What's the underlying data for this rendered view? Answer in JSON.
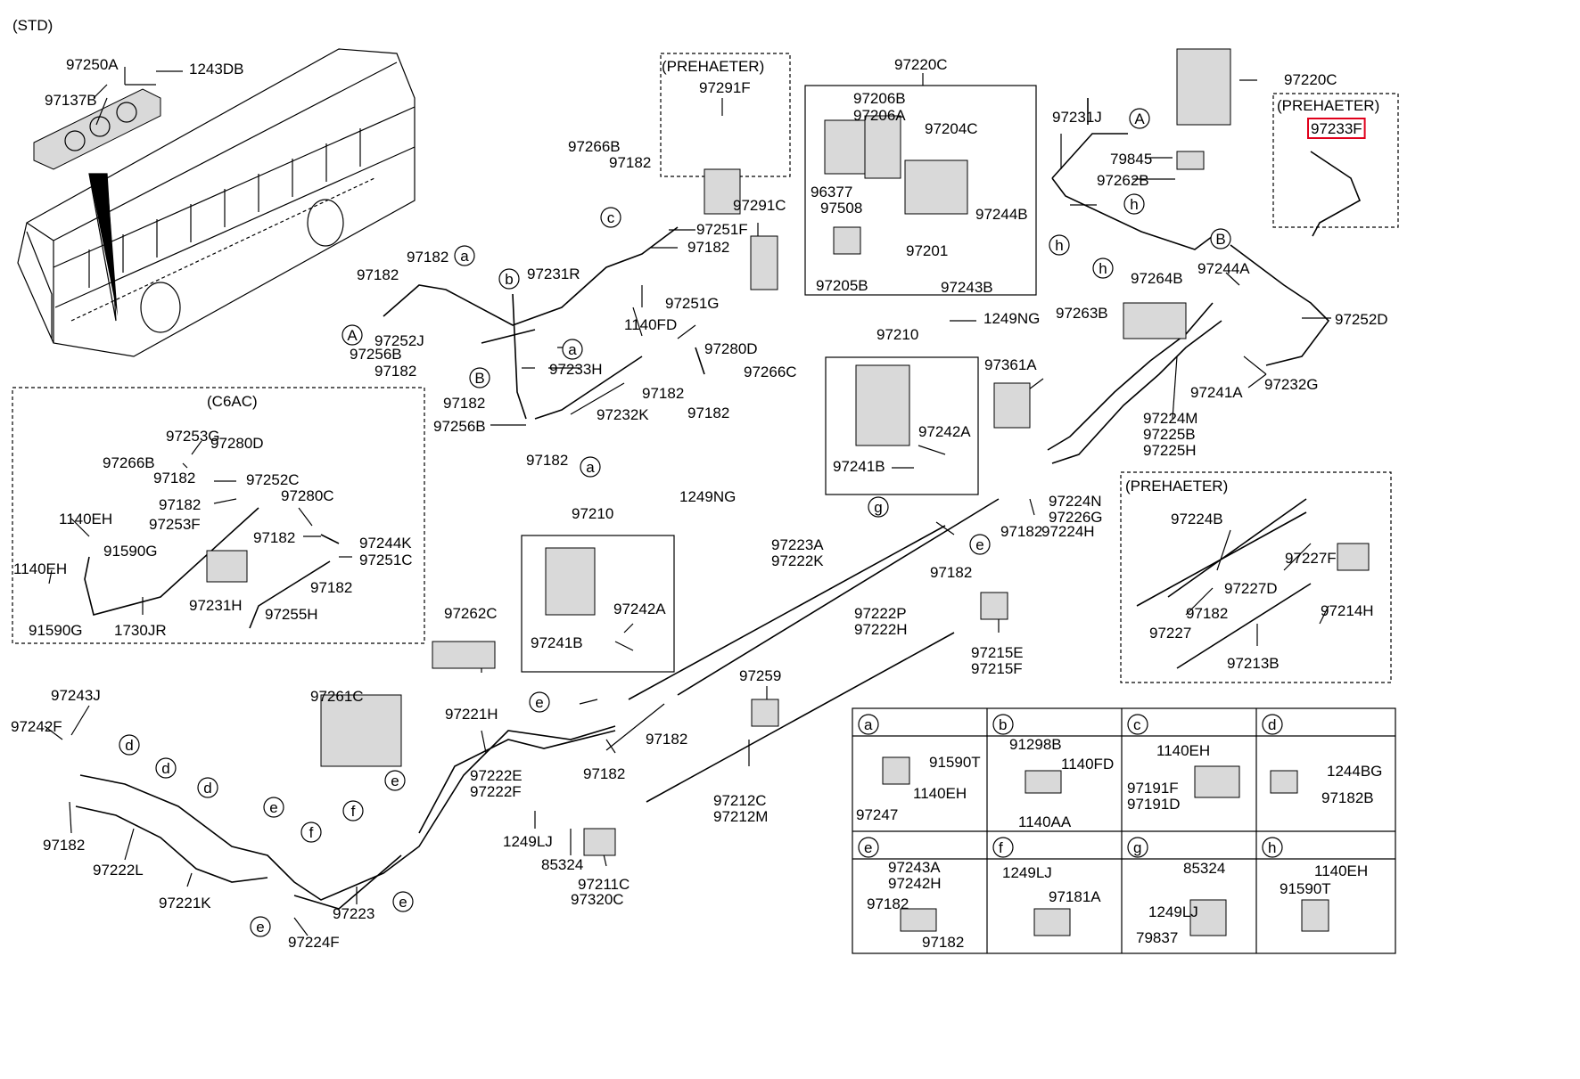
{
  "header": {
    "std": "(STD)"
  },
  "groups": {
    "c6ac": "(C6AC)",
    "preheater_a": "(PREHAETER)",
    "preheater_b": "(PREHAETER)",
    "preheater_c": "(PREHAETER)"
  },
  "labels": [
    {
      "id": "l001",
      "text": "97250A"
    },
    {
      "id": "l002",
      "text": "1243DB"
    },
    {
      "id": "l003",
      "text": "97137B"
    },
    {
      "id": "l004",
      "text": "97291F"
    },
    {
      "id": "l005",
      "text": "97220C"
    },
    {
      "id": "l006",
      "text": "97220C"
    },
    {
      "id": "l007",
      "text": "97206B"
    },
    {
      "id": "l008",
      "text": "97206A"
    },
    {
      "id": "l009",
      "text": "97204C"
    },
    {
      "id": "l010",
      "text": "96377"
    },
    {
      "id": "l011",
      "text": "97508"
    },
    {
      "id": "l012",
      "text": "97244B"
    },
    {
      "id": "l013",
      "text": "97201"
    },
    {
      "id": "l014",
      "text": "97205B"
    },
    {
      "id": "l015",
      "text": "97243B"
    },
    {
      "id": "l016",
      "text": "97231J"
    },
    {
      "id": "l017",
      "text": "79845"
    },
    {
      "id": "l018",
      "text": "97262B"
    },
    {
      "id": "l019",
      "text": "97233F",
      "highlight": true
    },
    {
      "id": "l020",
      "text": "97266B"
    },
    {
      "id": "l021",
      "text": "97182"
    },
    {
      "id": "l022",
      "text": "97251F"
    },
    {
      "id": "l023",
      "text": "97182"
    },
    {
      "id": "l024",
      "text": "97291C"
    },
    {
      "id": "l025",
      "text": "97182"
    },
    {
      "id": "l026",
      "text": "97182"
    },
    {
      "id": "l027",
      "text": "97231R"
    },
    {
      "id": "l028",
      "text": "1140FD"
    },
    {
      "id": "l029",
      "text": "97251G"
    },
    {
      "id": "l030",
      "text": "97252J"
    },
    {
      "id": "l031",
      "text": "97256B"
    },
    {
      "id": "l032",
      "text": "97182"
    },
    {
      "id": "l033",
      "text": "97233H"
    },
    {
      "id": "l034",
      "text": "97280D"
    },
    {
      "id": "l035",
      "text": "97266C"
    },
    {
      "id": "l036",
      "text": "97182"
    },
    {
      "id": "l037",
      "text": "97182"
    },
    {
      "id": "l038",
      "text": "97182"
    },
    {
      "id": "l039",
      "text": "97232K"
    },
    {
      "id": "l040",
      "text": "97256B"
    },
    {
      "id": "l041",
      "text": "97182"
    },
    {
      "id": "l042",
      "text": "1249NG"
    },
    {
      "id": "l043",
      "text": "97210"
    },
    {
      "id": "l044",
      "text": "97264B"
    },
    {
      "id": "l045",
      "text": "97263B"
    },
    {
      "id": "l046",
      "text": "97244A"
    },
    {
      "id": "l047",
      "text": "97252D"
    },
    {
      "id": "l048",
      "text": "97361A"
    },
    {
      "id": "l049",
      "text": "97241A"
    },
    {
      "id": "l050",
      "text": "97232G"
    },
    {
      "id": "l051",
      "text": "97224M"
    },
    {
      "id": "l052",
      "text": "97225B"
    },
    {
      "id": "l053",
      "text": "97225H"
    },
    {
      "id": "l054",
      "text": "97242A"
    },
    {
      "id": "l055",
      "text": "97241B"
    },
    {
      "id": "l056",
      "text": "97253G"
    },
    {
      "id": "l057",
      "text": "97280D"
    },
    {
      "id": "l058",
      "text": "97266B"
    },
    {
      "id": "l059",
      "text": "97182"
    },
    {
      "id": "l060",
      "text": "97252C"
    },
    {
      "id": "l061",
      "text": "97182"
    },
    {
      "id": "l062",
      "text": "97280C"
    },
    {
      "id": "l063",
      "text": "1140EH"
    },
    {
      "id": "l064",
      "text": "97253F"
    },
    {
      "id": "l065",
      "text": "97182"
    },
    {
      "id": "l066",
      "text": "97244K"
    },
    {
      "id": "l067",
      "text": "91590G"
    },
    {
      "id": "l068",
      "text": "97251C"
    },
    {
      "id": "l069",
      "text": "1140EH"
    },
    {
      "id": "l070",
      "text": "97231H"
    },
    {
      "id": "l071",
      "text": "97182"
    },
    {
      "id": "l072",
      "text": "97255H"
    },
    {
      "id": "l073",
      "text": "91590G"
    },
    {
      "id": "l074",
      "text": "1730JR"
    },
    {
      "id": "l075",
      "text": "1249NG"
    },
    {
      "id": "l076",
      "text": "97210"
    },
    {
      "id": "l077",
      "text": "97224N"
    },
    {
      "id": "l078",
      "text": "97226G"
    },
    {
      "id": "l079",
      "text": "97182"
    },
    {
      "id": "l080",
      "text": "97224H"
    },
    {
      "id": "l081",
      "text": "97182"
    },
    {
      "id": "l082",
      "text": "97223A"
    },
    {
      "id": "l083",
      "text": "97222K"
    },
    {
      "id": "l084",
      "text": "97222P"
    },
    {
      "id": "l085",
      "text": "97222H"
    },
    {
      "id": "l086",
      "text": "97224B"
    },
    {
      "id": "l087",
      "text": "97227F"
    },
    {
      "id": "l088",
      "text": "97227D"
    },
    {
      "id": "l089",
      "text": "97182"
    },
    {
      "id": "l090",
      "text": "97214H"
    },
    {
      "id": "l091",
      "text": "97227"
    },
    {
      "id": "l092",
      "text": "97213B"
    },
    {
      "id": "l093",
      "text": "97262C"
    },
    {
      "id": "l094",
      "text": "97242A"
    },
    {
      "id": "l095",
      "text": "97241B"
    },
    {
      "id": "l096",
      "text": "97215E"
    },
    {
      "id": "l097",
      "text": "97215F"
    },
    {
      "id": "l098",
      "text": "97243J"
    },
    {
      "id": "l099",
      "text": "97261C"
    },
    {
      "id": "l100",
      "text": "97259"
    },
    {
      "id": "l101",
      "text": "97242F"
    },
    {
      "id": "l102",
      "text": "97221H"
    },
    {
      "id": "l103",
      "text": "97182"
    },
    {
      "id": "l104",
      "text": "97222E"
    },
    {
      "id": "l105",
      "text": "97222F"
    },
    {
      "id": "l106",
      "text": "97182"
    },
    {
      "id": "l107",
      "text": "97212C"
    },
    {
      "id": "l108",
      "text": "97212M"
    },
    {
      "id": "l109",
      "text": "97182"
    },
    {
      "id": "l110",
      "text": "97222L"
    },
    {
      "id": "l111",
      "text": "97221K"
    },
    {
      "id": "l112",
      "text": "1249LJ"
    },
    {
      "id": "l113",
      "text": "85324"
    },
    {
      "id": "l114",
      "text": "97211C"
    },
    {
      "id": "l115",
      "text": "97320C"
    },
    {
      "id": "l116",
      "text": "97223"
    },
    {
      "id": "l117",
      "text": "97224F"
    }
  ],
  "letters": [
    {
      "id": "c01",
      "text": "A"
    },
    {
      "id": "c02",
      "text": "a"
    },
    {
      "id": "c03",
      "text": "b"
    },
    {
      "id": "c04",
      "text": "c"
    },
    {
      "id": "c05",
      "text": "a"
    },
    {
      "id": "c06",
      "text": "B"
    },
    {
      "id": "c07",
      "text": "a"
    },
    {
      "id": "c08",
      "text": "A"
    },
    {
      "id": "c09",
      "text": "h"
    },
    {
      "id": "c10",
      "text": "h"
    },
    {
      "id": "c11",
      "text": "h"
    },
    {
      "id": "c12",
      "text": "B"
    },
    {
      "id": "c13",
      "text": "g"
    },
    {
      "id": "c14",
      "text": "e"
    },
    {
      "id": "c15",
      "text": "e"
    },
    {
      "id": "c16",
      "text": "d"
    },
    {
      "id": "c17",
      "text": "d"
    },
    {
      "id": "c18",
      "text": "d"
    },
    {
      "id": "c19",
      "text": "e"
    },
    {
      "id": "c20",
      "text": "f"
    },
    {
      "id": "c21",
      "text": "f"
    },
    {
      "id": "c22",
      "text": "e"
    },
    {
      "id": "c23",
      "text": "e"
    },
    {
      "id": "c24",
      "text": "e"
    }
  ],
  "legend": {
    "cells": [
      {
        "key": "a",
        "parts": [
          "91590T",
          "1140EH",
          "97247"
        ]
      },
      {
        "key": "b",
        "parts": [
          "91298B",
          "1140FD",
          "1140AA"
        ]
      },
      {
        "key": "c",
        "parts": [
          "1140EH",
          "97191F",
          "97191D"
        ]
      },
      {
        "key": "d",
        "parts": [
          "1244BG",
          "97182B"
        ]
      },
      {
        "key": "e",
        "parts": [
          "97243A",
          "97242H",
          "97182",
          "97182"
        ]
      },
      {
        "key": "f",
        "parts": [
          "1249LJ",
          "97181A"
        ]
      },
      {
        "key": "g",
        "parts": [
          "85324",
          "1249LJ",
          "79837"
        ]
      },
      {
        "key": "h",
        "parts": [
          "1140EH",
          "91590T"
        ]
      }
    ]
  }
}
